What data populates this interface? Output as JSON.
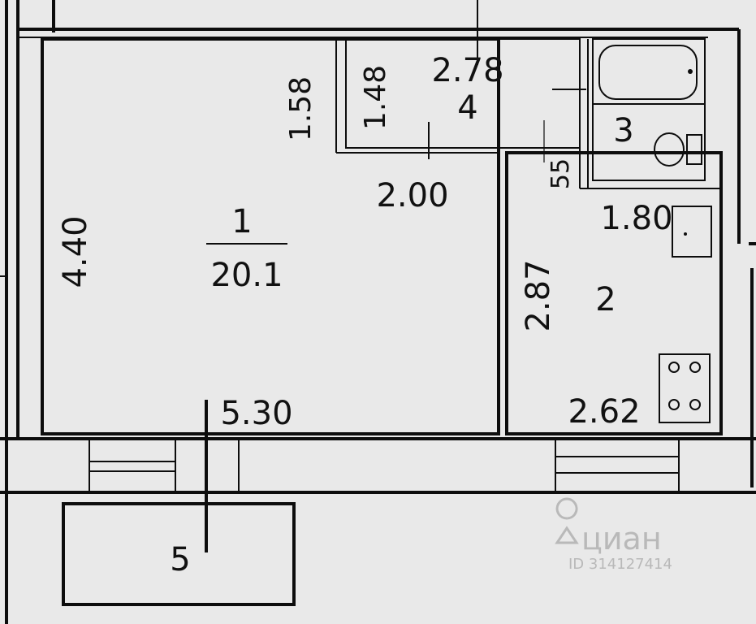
{
  "rooms": {
    "room1": {
      "number": "1",
      "area": "20.1",
      "width": "5.30",
      "depth": "4.40",
      "dim_upper": "2.00",
      "dim_niche": "1.58"
    },
    "room2": {
      "number": "2",
      "width": "2.62",
      "depth": "2.87",
      "dim_upper": "1.80"
    },
    "room3": {
      "number": "3"
    },
    "room4": {
      "number": "4",
      "width": "2.78",
      "depth": "1.48",
      "dim_small": "55"
    },
    "room5": {
      "number": "5"
    }
  },
  "watermark": {
    "brand": "циан",
    "id": "ID 314127414"
  },
  "colors": {
    "paper": "#e9e9e9",
    "ink": "#0d0d0d",
    "watermark": "#b9b9b9"
  }
}
